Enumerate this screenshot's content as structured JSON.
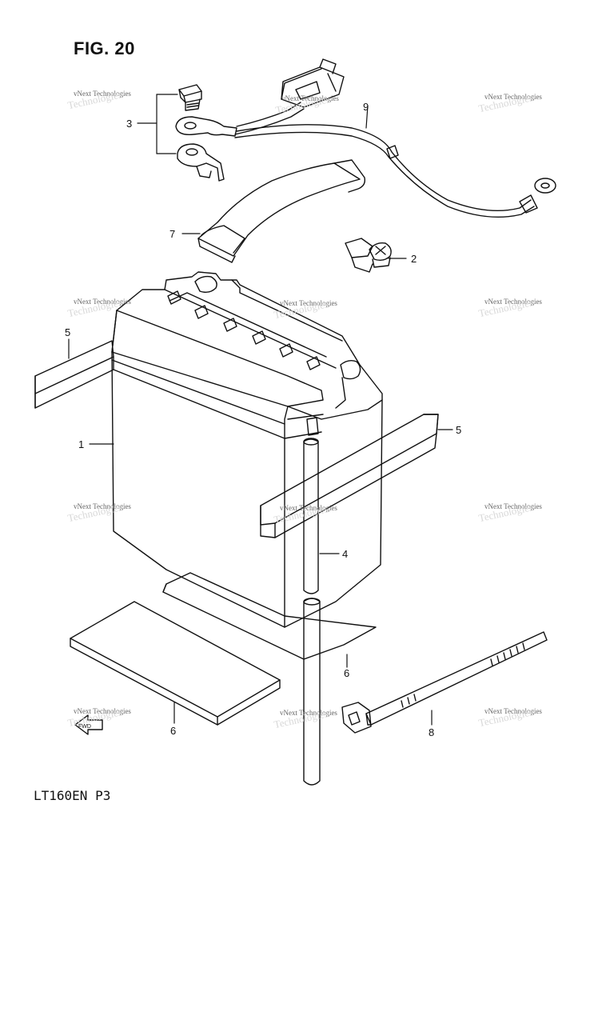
{
  "figure": {
    "title": "FIG. 20",
    "code": "LT160EN P3"
  },
  "watermark": {
    "text": "vNext Technologies",
    "ghost": "Technologies"
  },
  "callouts": {
    "c1": "1",
    "c2": "2",
    "c3": "3",
    "c4": "4",
    "c5a": "5",
    "c5b": "5",
    "c6a": "6",
    "c6b": "6",
    "c7": "7",
    "c8": "8",
    "c9": "9"
  },
  "direction_marker": {
    "label": "FWD",
    "icon": "arrow-left-icon"
  }
}
